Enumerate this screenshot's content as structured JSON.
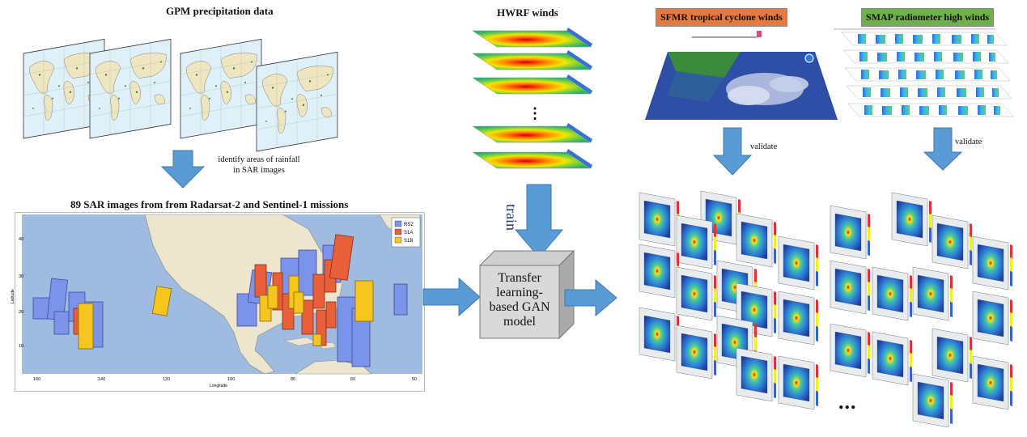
{
  "gpm": {
    "title": "GPM  precipitation data"
  },
  "step1": {
    "note_line1": "identify areas of rainfall",
    "note_line2": "in SAR images"
  },
  "sar": {
    "title": "89 SAR images from from Radarsat-2 and Sentinel-1 missions",
    "legend": [
      {
        "label": "RS2",
        "color": "#7b93e8"
      },
      {
        "label": "S1A",
        "color": "#e8603a"
      },
      {
        "label": "S1B",
        "color": "#f6c51f"
      }
    ],
    "ylabel": "Latitude",
    "xlabel": "Longitude",
    "y_ticks": [
      "40",
      "30",
      "20",
      "10"
    ],
    "x_ticks": [
      "160",
      "140",
      "120",
      "100",
      "80",
      "60",
      "50"
    ]
  },
  "hwrf": {
    "title": "HWRF winds"
  },
  "train": {
    "label": "train"
  },
  "model": {
    "line1": "Transfer",
    "line2": "learning-",
    "line3": "based GAN",
    "line4": "model"
  },
  "sfmr": {
    "title": "SFMR tropical cyclone winds",
    "color": "#e8793c"
  },
  "smap": {
    "title": "SMAP radiometer high winds",
    "color": "#6fb04b"
  },
  "validate": {
    "left": "validate",
    "right": "validate"
  },
  "outputs": {
    "ellipsis": "..."
  },
  "colors": {
    "arrow": "#5b9bd5",
    "arrow_dark": "#3f78b0",
    "ocean": "#9fbbe0",
    "land": "#ece6cf"
  }
}
